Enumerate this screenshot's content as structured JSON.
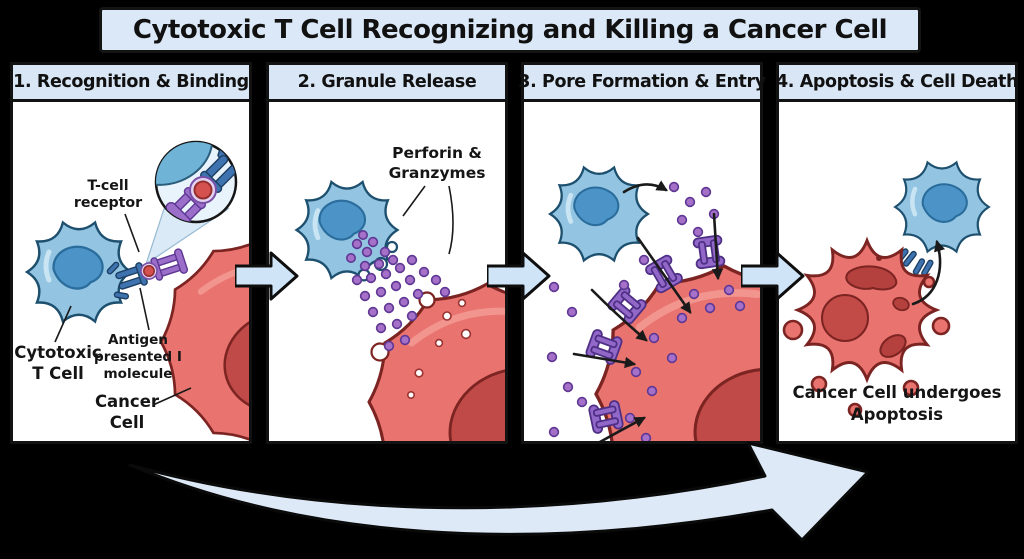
{
  "title": "Cytotoxic T Cell Recognizing and Killing a Cancer Cell",
  "panels": [
    {
      "title": "1. Recognition & Binding",
      "labels": {
        "t_cell_receptor": [
          "T-cell",
          "receptor"
        ],
        "cytotoxic_t_cell": [
          "Cytotoxic",
          "T Cell"
        ],
        "antigen": [
          "Antigen",
          "presented I",
          "molecule"
        ],
        "cancer_cell": [
          "Cancer",
          "Cell"
        ]
      }
    },
    {
      "title": "2. Granule Release",
      "labels": {
        "perforin_granzymes": [
          "Perforin &",
          "Granzymes"
        ]
      }
    },
    {
      "title": "3. Pore Formation & Entry",
      "labels": {}
    },
    {
      "title": "4. Apoptosis & Cell Death",
      "labels": {
        "caption": [
          "Cancer Cell undergoes",
          "Apoptosis"
        ]
      }
    }
  ],
  "colors": {
    "background": "#000000",
    "banner_bg": "#dbe8f7",
    "panel_header_bg": "#d8e6f5",
    "t_cell_body": "#93c5e2",
    "t_cell_nucleus": "#4c94c7",
    "cancer_cell_body": "#e8736f",
    "cancer_cell_nucleus": "#bf4a47",
    "granule_purple": "#a470c8",
    "pore_purple": "#9168c8",
    "receptor_blue": "#3e73b0",
    "mhc_purple": "#9b6ec9",
    "antigen_red": "#d5514f",
    "flow_arrow_fill": "#cfe4f7"
  }
}
